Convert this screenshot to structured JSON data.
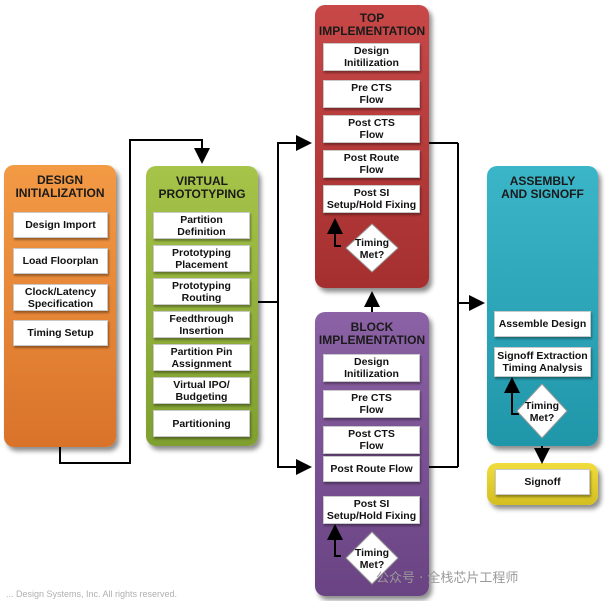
{
  "design_init": {
    "title": "DESIGN\nINITIALIZATION",
    "items": [
      "Design Import",
      "Load Floorplan",
      "Clock/Latency\nSpecification",
      "Timing Setup"
    ]
  },
  "virtual_proto": {
    "title": "VIRTUAL\nPROTOTYPING",
    "items": [
      "Partition\nDefinition",
      "Prototyping\nPlacement",
      "Prototyping\nRouting",
      "Feedthrough\nInsertion",
      "Partition Pin\nAssignment",
      "Virtual IPO/\nBudgeting",
      "Partitioning"
    ]
  },
  "top_impl": {
    "title": "TOP\nIMPLEMENTATION",
    "items": [
      "Design\nInitilization",
      "Pre CTS\nFlow",
      "Post CTS\nFlow",
      "Post Route\nFlow",
      "Post SI\nSetup/Hold Fixing"
    ],
    "decision": "Timing\nMet?"
  },
  "block_impl": {
    "title": "BLOCK\nIMPLEMENTATION",
    "items": [
      "Design\nInitilization",
      "Pre CTS\nFlow",
      "Post CTS\nFlow",
      "Post Route Flow",
      "Post SI\nSetup/Hold Fixing"
    ],
    "decision": "Timing\nMet?"
  },
  "assembly": {
    "title": "ASSEMBLY\nAND SIGNOFF",
    "items": [
      "Assemble Design",
      "Signoff Extraction\nTiming Analysis"
    ],
    "decision": "Timing\nMet?"
  },
  "signoff": {
    "label": "Signoff"
  },
  "footer": {
    "text": "... Design Systems, Inc. All rights reserved."
  },
  "watermark": {
    "text": "公众号 · 全栈芯片工程师"
  },
  "colors": {
    "orange": "#e9852e",
    "green": "#93b33a",
    "red": "#b53a3a",
    "purple": "#7a4f93",
    "teal": "#2aa5b8",
    "yellow": "#e3cf2c"
  }
}
